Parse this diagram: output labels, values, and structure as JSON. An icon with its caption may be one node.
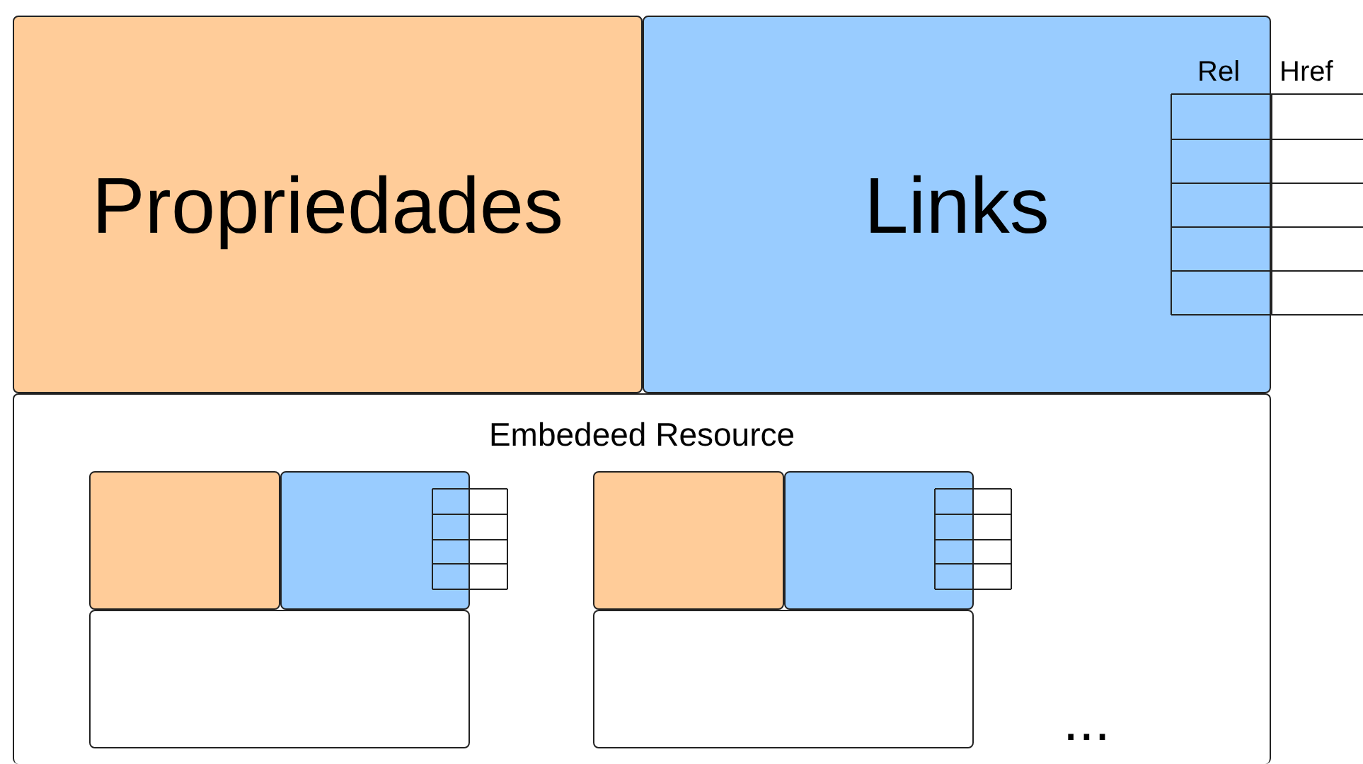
{
  "diagram": {
    "nodes": [
      {
        "text": [
          "Propriedades"
        ]
      },
      {
        "text": [
          "Links"
        ]
      },
      {
        "text": [
          "Embedeed Resource"
        ]
      },
      {
        "text": [],
        "shape": "box",
        "in": 2
      },
      {
        "text": [],
        "shape": "box",
        "in": 2
      },
      {
        "text": [],
        "shape": "box",
        "in": 2
      },
      {
        "text": [],
        "shape": "box",
        "in": 2
      },
      {
        "text": [],
        "shape": "box",
        "in": 2
      },
      {
        "text": [],
        "shape": "box",
        "in": 2
      }
    ],
    "labels": [
      "Rel",
      "Href",
      "..."
    ]
  }
}
